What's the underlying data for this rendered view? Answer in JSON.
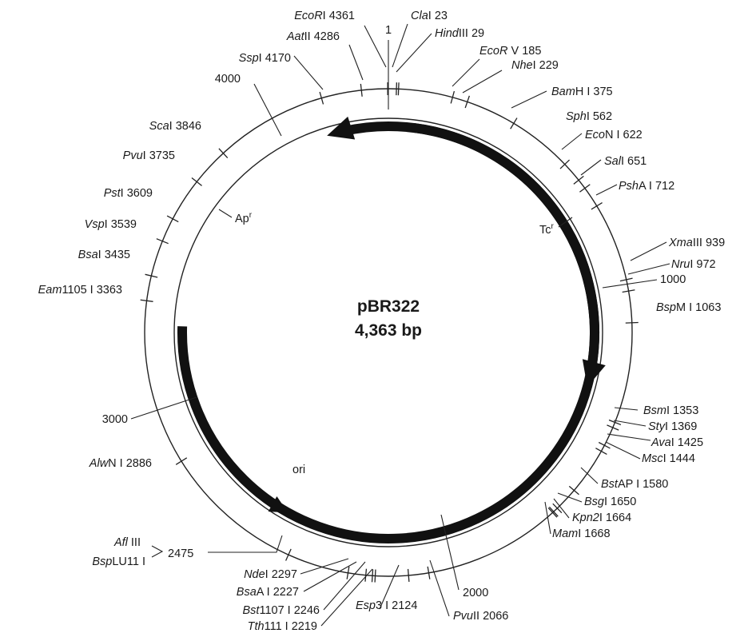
{
  "plasmid": {
    "name": "pBR322",
    "size": "4,363 bp",
    "length_bp": 4363
  },
  "colors": {
    "stroke": "#222222",
    "arrow": "#111111",
    "text": "#1a1a1a",
    "background": "#ffffff"
  },
  "sites": [
    {
      "id": "ecori",
      "name": "EcoR",
      "rest": "I 4361",
      "pos": 4361
    },
    {
      "id": "aatii",
      "name": "Aat",
      "rest": "II 4286",
      "pos": 4286
    },
    {
      "id": "sspi",
      "name": "Ssp",
      "rest": "I 4170",
      "pos": 4170
    },
    {
      "id": "scai",
      "name": "Sca",
      "rest": "I 3846",
      "pos": 3846
    },
    {
      "id": "pvui",
      "name": "Pvu",
      "rest": "I 3735",
      "pos": 3735
    },
    {
      "id": "psti",
      "name": "Pst",
      "rest": "I 3609",
      "pos": 3609
    },
    {
      "id": "vspi",
      "name": "Vsp",
      "rest": "I 3539",
      "pos": 3539
    },
    {
      "id": "bsai",
      "name": "Bsa",
      "rest": "I 3435",
      "pos": 3435
    },
    {
      "id": "eam1105i",
      "name": "Eam",
      "rest": "1105 I 3363",
      "pos": 3363
    },
    {
      "id": "clai",
      "name": "Cla",
      "rest": "I 23",
      "pos": 23
    },
    {
      "id": "hindiii",
      "name": "Hind",
      "rest": "III 29",
      "pos": 29
    },
    {
      "id": "ecorv",
      "name": "EcoR",
      "rest": " V 185",
      "pos": 185
    },
    {
      "id": "nhei",
      "name": "Nhe",
      "rest": "I 229",
      "pos": 229
    },
    {
      "id": "bamhi",
      "name": "Bam",
      "rest": "H I 375",
      "pos": 375
    },
    {
      "id": "sphi",
      "name": "Sph",
      "rest": "I 562",
      "pos": 562
    },
    {
      "id": "econi",
      "name": "Eco",
      "rest": "N I 622",
      "pos": 622
    },
    {
      "id": "sali",
      "name": "Sal",
      "rest": "I 651",
      "pos": 651
    },
    {
      "id": "psha",
      "name": "Psh",
      "rest": "A I 712",
      "pos": 712
    },
    {
      "id": "xmaiii",
      "name": "Xma",
      "rest": "III 939",
      "pos": 939
    },
    {
      "id": "nrui",
      "name": "Nru",
      "rest": "I 972",
      "pos": 972
    },
    {
      "id": "bspmi",
      "name": "Bsp",
      "rest": "M I 1063",
      "pos": 1063
    },
    {
      "id": "bsmi",
      "name": "Bsm",
      "rest": "I 1353",
      "pos": 1353
    },
    {
      "id": "styi",
      "name": "Sty",
      "rest": "I 1369",
      "pos": 1369
    },
    {
      "id": "avai",
      "name": "Ava",
      "rest": "I 1425",
      "pos": 1425
    },
    {
      "id": "msci",
      "name": "Msc",
      "rest": "I 1444",
      "pos": 1444
    },
    {
      "id": "bstapi",
      "name": "Bst",
      "rest": "AP I 1580",
      "pos": 1580
    },
    {
      "id": "bsgi",
      "name": "Bsg",
      "rest": "I 1650",
      "pos": 1650
    },
    {
      "id": "kpn2i",
      "name": "Kpn2",
      "rest": "I 1664",
      "pos": 1664
    },
    {
      "id": "mami",
      "name": "Mam",
      "rest": "I 1668",
      "pos": 1668
    },
    {
      "id": "pvuii",
      "name": "Pvu",
      "rest": "II 2066",
      "pos": 2066
    },
    {
      "id": "esp3i",
      "name": "Esp",
      "rest": "3 I 2124",
      "pos": 2124
    },
    {
      "id": "tth111i",
      "name": "Tth",
      "rest": "111 I 2219",
      "pos": 2219
    },
    {
      "id": "bst1107i",
      "name": "Bst",
      "rest": "1107 I 2246",
      "pos": 2246
    },
    {
      "id": "bsaai",
      "name": "Bsa",
      "rest": "A I 2227",
      "pos": 2227
    },
    {
      "id": "ndei",
      "name": "Nde",
      "rest": "I 2297",
      "pos": 2297
    },
    {
      "id": "alwni",
      "name": "Alw",
      "rest": "N I 2886",
      "pos": 2886
    }
  ],
  "afl_group": {
    "label1_name": "Afl",
    "label1_rest": " III",
    "label2_name": "Bsp",
    "label2_rest": "LU11 I",
    "pos_text": "2475",
    "pos": 2475
  },
  "position_marks": [
    {
      "id": "1",
      "label": "1",
      "pos": 0
    },
    {
      "id": "1000",
      "label": "1000",
      "pos": 1000
    },
    {
      "id": "2000",
      "label": "2000",
      "pos": 2000
    },
    {
      "id": "3000",
      "label": "3000",
      "pos": 3000
    },
    {
      "id": "4000",
      "label": "4000",
      "pos": 4000
    }
  ],
  "features": [
    {
      "id": "tcr",
      "label": "Tc",
      "sup": "r",
      "start": 86,
      "end": 1276,
      "direction": "clockwise"
    },
    {
      "id": "apr",
      "label": "Ap",
      "sup": "r",
      "start": 3293,
      "end": 4153,
      "direction": "counterclockwise"
    },
    {
      "id": "ori",
      "label": "ori",
      "sup": "",
      "start": 2535,
      "end": 2535,
      "direction": "counterclockwise"
    }
  ]
}
